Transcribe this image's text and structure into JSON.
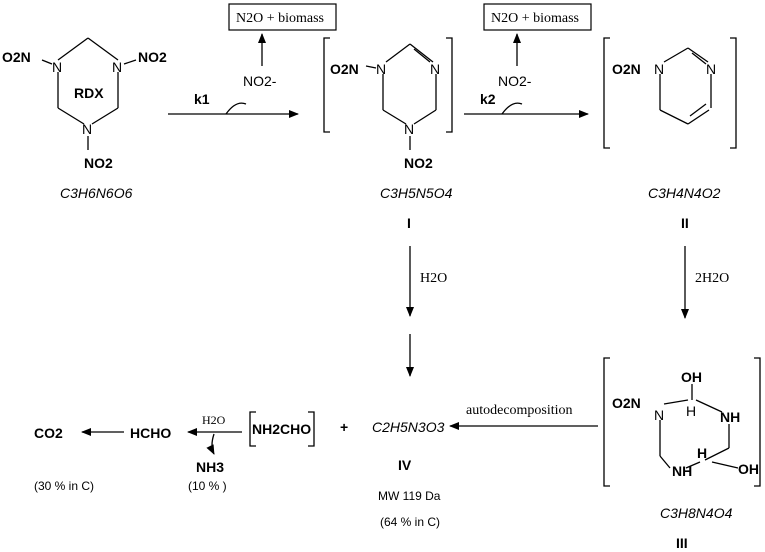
{
  "products_box_1": "N2O + biomass",
  "products_box_2": "N2O + biomass",
  "leaving_group_1": "NO2-",
  "leaving_group_2": "NO2-",
  "rate_k1": "k1",
  "rate_k2": "k2",
  "rdx": {
    "label": "RDX",
    "sub_left": "O2N",
    "sub_right": "NO2",
    "sub_bottom": "NO2",
    "formula": "C3H6N6O6"
  },
  "intermediate_I": {
    "label": "I",
    "sub_left": "O2N",
    "sub_bottom": "NO2",
    "atom": "N",
    "formula": "C3H5N5O4"
  },
  "intermediate_II": {
    "label": "II",
    "sub_left": "O2N",
    "atom": "N",
    "formula": "C3H4N4O2"
  },
  "intermediate_III": {
    "label": "III",
    "sub_left": "O2N",
    "oh_top": "OH",
    "oh_right": "OH",
    "h": "H",
    "nh": "NH",
    "formula": "C3H8N4O4"
  },
  "water_I": "H2O",
  "water_II": "2H2O",
  "autodecomposition": "autodecomposition",
  "product_IV": {
    "label": "IV",
    "formula": "C2H5N3O3",
    "mw": "MW 119 Da",
    "yield": "(64 % in C)"
  },
  "plus": "+",
  "nh2cho": "NH2CHO",
  "hcho": "HCHO",
  "co2": "CO2",
  "water_hcho": "H2O",
  "nh3": "NH3",
  "nh3_yield": "(10  % )",
  "co2_yield": "(30 % in C)"
}
